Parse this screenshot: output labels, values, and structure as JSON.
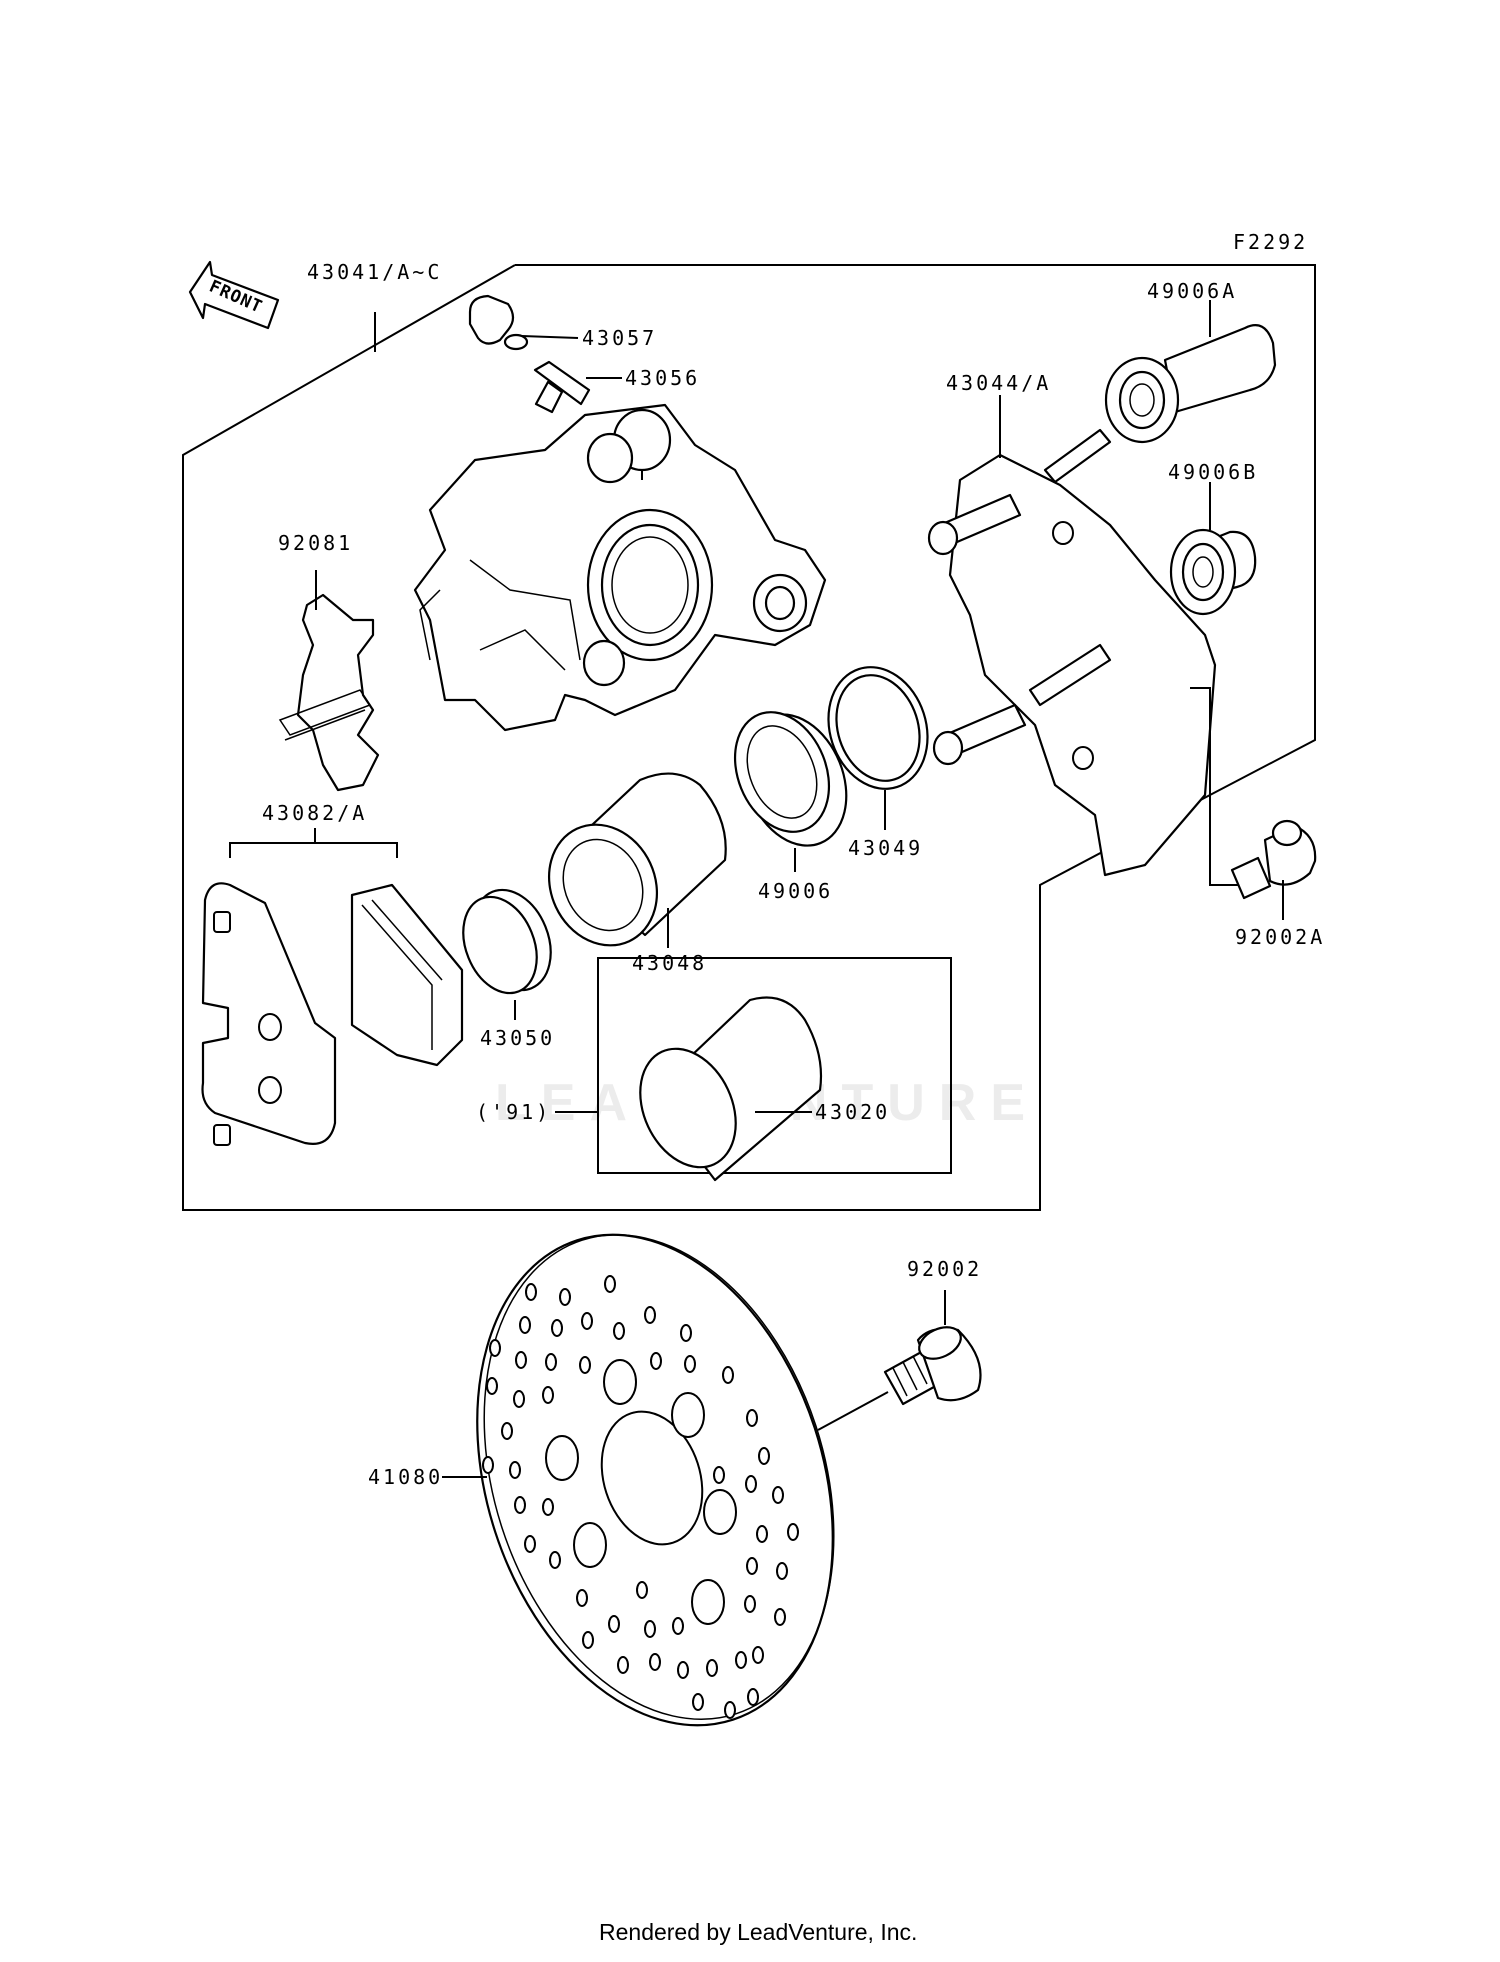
{
  "figure_code": "F2292",
  "front_arrow_label": "FRONT",
  "footer": "Rendered by LeadVenture, Inc.",
  "watermark": "LEADVENTURE",
  "callouts": {
    "caliper_assy": "43041/A~C",
    "bleed_cap": "43057",
    "bleed_valve": "43056",
    "holder": "43044/A",
    "boot_a": "49006A",
    "boot_b": "49006B",
    "spring": "92081",
    "pad_set": "43082/A",
    "seal_ring": "43049",
    "dust_seal": "49006",
    "piston": "43048",
    "piston_cap": "43050",
    "piston_91": "43020",
    "year_note": "('91)",
    "caliper_bolt": "92002A",
    "disc_bolt": "92002",
    "brake_disc": "41080"
  }
}
